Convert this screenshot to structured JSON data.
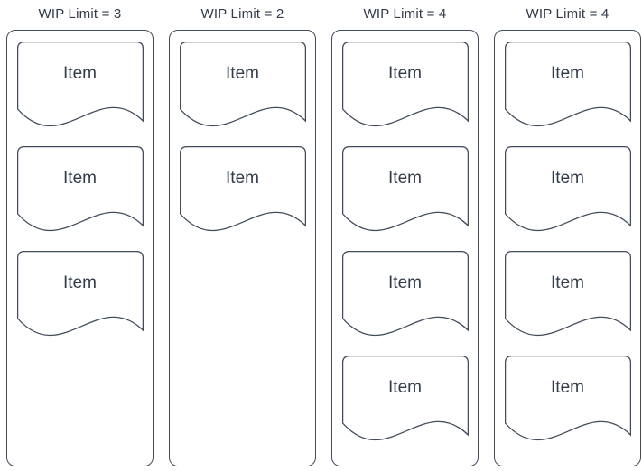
{
  "diagram": {
    "colors": {
      "line": "#424c5a",
      "text": "#323c49",
      "background": "#ffffff"
    },
    "columns": [
      {
        "label": "WIP Limit = 3",
        "wip_limit": 3,
        "items": [
          "Item",
          "Item",
          "Item"
        ]
      },
      {
        "label": "WIP Limit = 2",
        "wip_limit": 2,
        "items": [
          "Item",
          "Item"
        ]
      },
      {
        "label": "WIP Limit = 4",
        "wip_limit": 4,
        "items": [
          "Item",
          "Item",
          "Item",
          "Item"
        ]
      },
      {
        "label": "WIP Limit = 4",
        "wip_limit": 4,
        "items": [
          "Item",
          "Item",
          "Item",
          "Item"
        ]
      }
    ]
  }
}
